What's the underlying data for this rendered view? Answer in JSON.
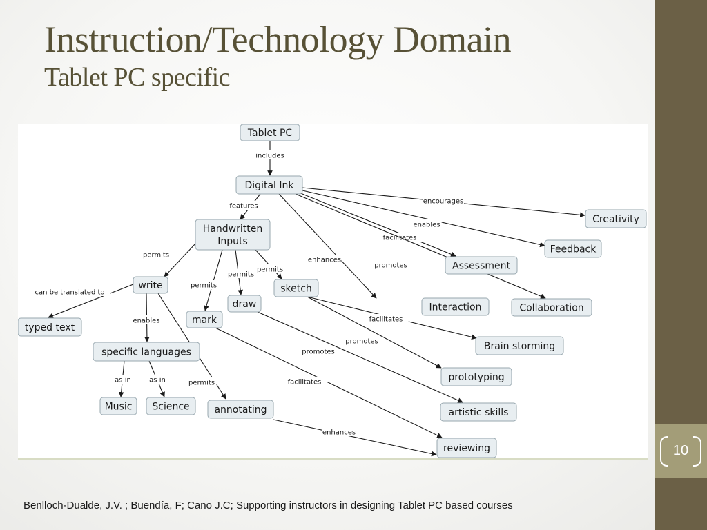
{
  "slide": {
    "title": "Instruction/Technology Domain",
    "subtitle": "Tablet PC specific",
    "footer": "Benlloch-Dualde, J.V. ; Buendía, F; Cano J.C; Supporting instructors in designing Tablet PC based courses",
    "page_number": "10",
    "colors": {
      "sidebar": "#6b6046",
      "page_box": "#a39d78",
      "title_text": "#575136"
    }
  },
  "concept_map": {
    "nodes": [
      {
        "id": "tablet_pc",
        "label": "Tablet PC"
      },
      {
        "id": "digital_ink",
        "label": "Digital Ink"
      },
      {
        "id": "handwritten_inputs",
        "label": [
          "Handwritten",
          "Inputs"
        ]
      },
      {
        "id": "creativity",
        "label": "Creativity"
      },
      {
        "id": "feedback",
        "label": "Feedback"
      },
      {
        "id": "assessment",
        "label": "Assessment"
      },
      {
        "id": "interaction",
        "label": "Interaction"
      },
      {
        "id": "collaboration",
        "label": "Collaboration"
      },
      {
        "id": "write",
        "label": "write"
      },
      {
        "id": "typed_text",
        "label": "typed text"
      },
      {
        "id": "sketch",
        "label": "sketch"
      },
      {
        "id": "draw",
        "label": "draw"
      },
      {
        "id": "mark",
        "label": "mark"
      },
      {
        "id": "specific_languages",
        "label": "specific languages"
      },
      {
        "id": "music",
        "label": "Music"
      },
      {
        "id": "science",
        "label": "Science"
      },
      {
        "id": "annotating",
        "label": "annotating"
      },
      {
        "id": "brain_storming",
        "label": "Brain storming"
      },
      {
        "id": "prototyping",
        "label": "prototyping"
      },
      {
        "id": "artistic_skills",
        "label": "artistic skills"
      },
      {
        "id": "reviewing",
        "label": "reviewing"
      }
    ],
    "edges": [
      {
        "from": "tablet_pc",
        "to": "digital_ink",
        "label": "includes"
      },
      {
        "from": "digital_ink",
        "to": "handwritten_inputs",
        "label": "features"
      },
      {
        "from": "digital_ink",
        "to": "creativity",
        "label": "encourages"
      },
      {
        "from": "digital_ink",
        "to": "feedback",
        "label": "enables"
      },
      {
        "from": "digital_ink",
        "to": "assessment",
        "label": "facilitates"
      },
      {
        "from": "digital_ink",
        "to": "collaboration",
        "label": "promotes"
      },
      {
        "from": "digital_ink",
        "to": "interaction",
        "label": "enhances"
      },
      {
        "from": "handwritten_inputs",
        "to": "write",
        "label": "permits"
      },
      {
        "from": "handwritten_inputs",
        "to": "mark",
        "label": "permits"
      },
      {
        "from": "handwritten_inputs",
        "to": "draw",
        "label": "permits"
      },
      {
        "from": "handwritten_inputs",
        "to": "sketch",
        "label": "permits"
      },
      {
        "from": "write",
        "to": "typed_text",
        "label": "can be translated to"
      },
      {
        "from": "write",
        "to": "specific_languages",
        "label": "enables"
      },
      {
        "from": "write",
        "to": "annotating",
        "label": "permits"
      },
      {
        "from": "specific_languages",
        "to": "music",
        "label": "as in"
      },
      {
        "from": "specific_languages",
        "to": "science",
        "label": "as in"
      },
      {
        "from": "sketch",
        "to": "brain_storming",
        "label": "facilitates"
      },
      {
        "from": "sketch",
        "to": "prototyping",
        "label": "promotes"
      },
      {
        "from": "draw",
        "to": "artistic_skills",
        "label": "promotes"
      },
      {
        "from": "mark",
        "to": "reviewing",
        "label": "facilitates"
      },
      {
        "from": "annotating",
        "to": "reviewing",
        "label": "enhances"
      }
    ]
  }
}
